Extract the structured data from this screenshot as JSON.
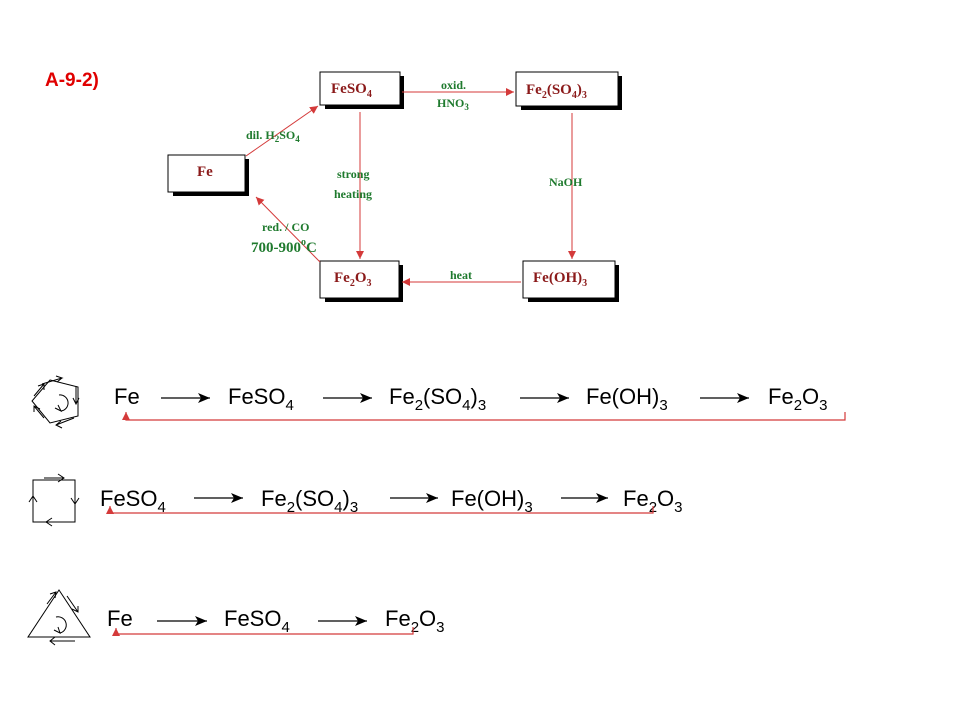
{
  "title": "A-9-2)",
  "colors": {
    "title": "#e00000",
    "box_text": "#8b1a1a",
    "condition_text": "#1f7a2e",
    "arrow": "#d43a3a",
    "box_shadow": "#000000",
    "equation_text": "#000000"
  },
  "diagram": {
    "boxes": {
      "fe": {
        "main": "Fe"
      },
      "feso4": {
        "main": "FeSO",
        "sub1": "4"
      },
      "fe2so43": {
        "p1": "Fe",
        "s1": "2",
        "p2": "(SO",
        "s2": "4",
        "p3": ")",
        "s3": "3"
      },
      "feoh3": {
        "p1": "Fe(OH)",
        "s1": "3"
      },
      "fe2o3": {
        "p1": "Fe",
        "s1": "2",
        "p2": "O",
        "s2": "3"
      }
    },
    "conditions": {
      "oxid": "oxid.",
      "hno3": {
        "p1": "HNO",
        "s1": "3"
      },
      "dil": {
        "p1": "dil. H",
        "s1": "2",
        "p2": "SO",
        "s2": "4"
      },
      "strong": "strong",
      "heating": "heating",
      "naoh": "NaOH",
      "red_co": "red. / CO",
      "temp": {
        "p1": "700-900",
        "deg": "o",
        "p2": "C"
      },
      "heat": "heat"
    }
  },
  "equations": {
    "row1": {
      "icon": "cycle-pentagon-icon",
      "t1": "Fe",
      "t2": {
        "p1": "FeSO",
        "s1": "4"
      },
      "t3": {
        "p1": "Fe",
        "s1": "2",
        "p2": "(SO",
        "s2": "4",
        "p3": ")",
        "s3": "3"
      },
      "t4": {
        "p1": "Fe(OH)",
        "s1": "3"
      },
      "t5": {
        "p1": "Fe",
        "s1": "2",
        "p2": "O",
        "s2": "3"
      }
    },
    "row2": {
      "icon": "cycle-square-icon",
      "t1": {
        "p1": "FeSO",
        "s1": "4"
      },
      "t2": {
        "p1": "Fe",
        "s1": "2",
        "p2": "(SO",
        "s2": "4",
        "p3": ")",
        "s3": "3"
      },
      "t3": {
        "p1": "Fe(OH)",
        "s1": "3"
      },
      "t4": {
        "p1": "Fe",
        "s1": "2",
        "p2": "O",
        "s2": "3"
      }
    },
    "row3": {
      "icon": "cycle-triangle-icon",
      "t1": "Fe",
      "t2": {
        "p1": "FeSO",
        "s1": "4"
      },
      "t3": {
        "p1": "Fe",
        "s1": "2",
        "p2": "O",
        "s2": "3"
      }
    }
  }
}
